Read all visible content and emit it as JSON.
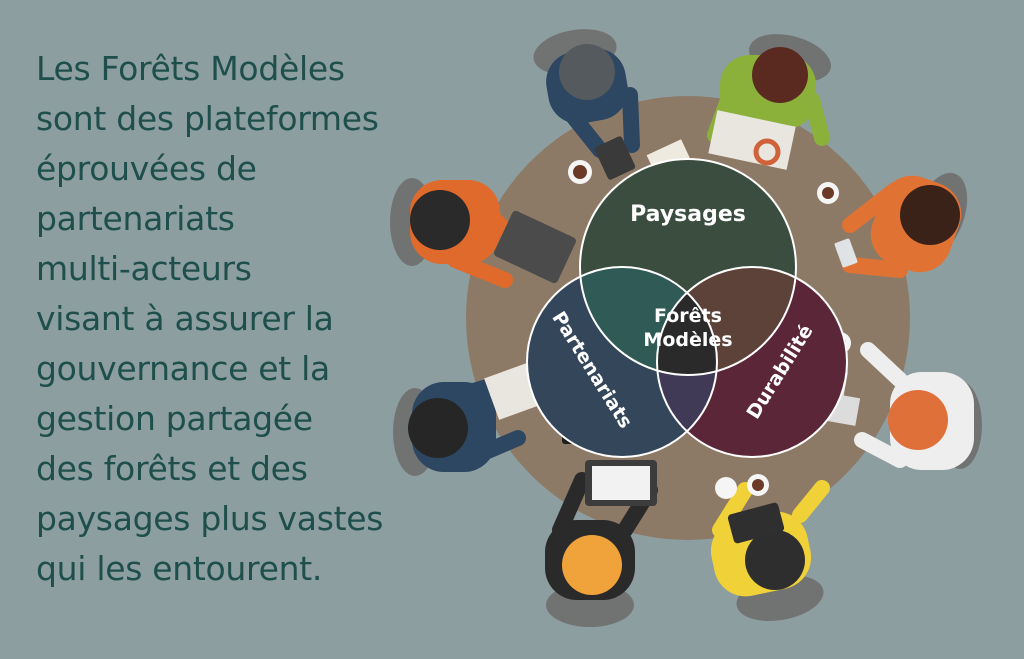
{
  "intro_lines": [
    "Les Forêts Modèles",
    "sont des plateformes",
    "éprouvées de",
    "partenariats",
    "multi-acteurs",
    "visant à assurer la",
    "gouvernance et la",
    "gestion partagée",
    "des forêts et des",
    "paysages plus vastes",
    "qui les entourent."
  ],
  "diagram": {
    "top": "Paysages",
    "left": "Partenariats",
    "right": "Durabilité",
    "center_line1": "Forêts",
    "center_line2": "Modèles"
  },
  "colors": {
    "background": "#8d9ea0",
    "text": "#1e4f4c",
    "table": "#8d7a66",
    "paysages": "#3b4d3f",
    "partenariats": "#34465a",
    "durabilite": "#5a2638",
    "center": "#2a2a2a"
  }
}
